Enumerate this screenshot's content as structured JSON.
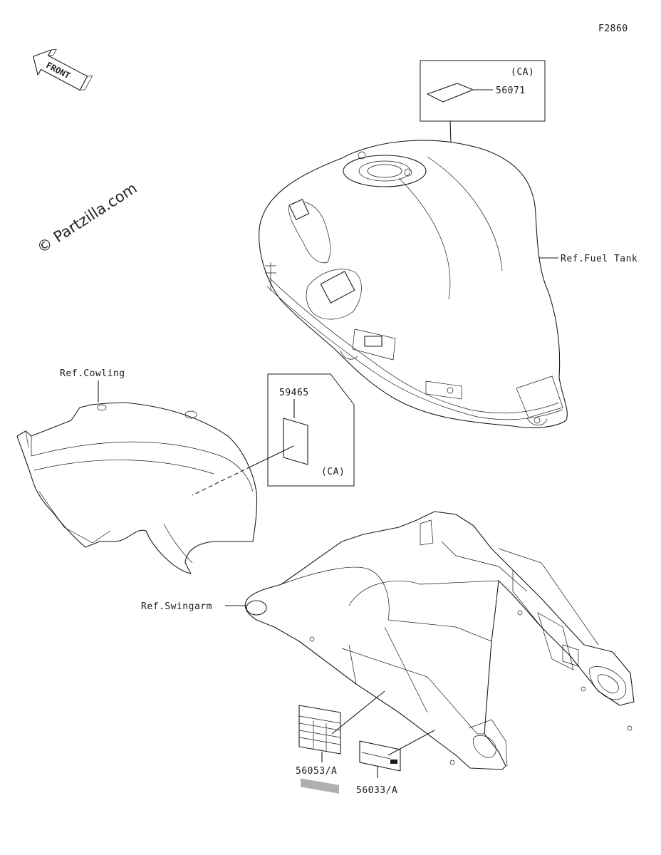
{
  "figure_code": "F2860",
  "front_arrow_label": "FRONT",
  "watermark": "© Partzilla.com",
  "labels": {
    "box_top_ca": "(CA)",
    "part_56071": "56071",
    "ref_fuel_tank": "Ref.Fuel Tank",
    "ref_cowling": "Ref.Cowling",
    "part_59465": "59465",
    "box_mid_ca": "(CA)",
    "ref_swingarm": "Ref.Swingarm",
    "part_56053": "56053/A",
    "part_56033": "56033/A"
  },
  "colors": {
    "line": "#1a1a1a",
    "background": "#ffffff"
  }
}
